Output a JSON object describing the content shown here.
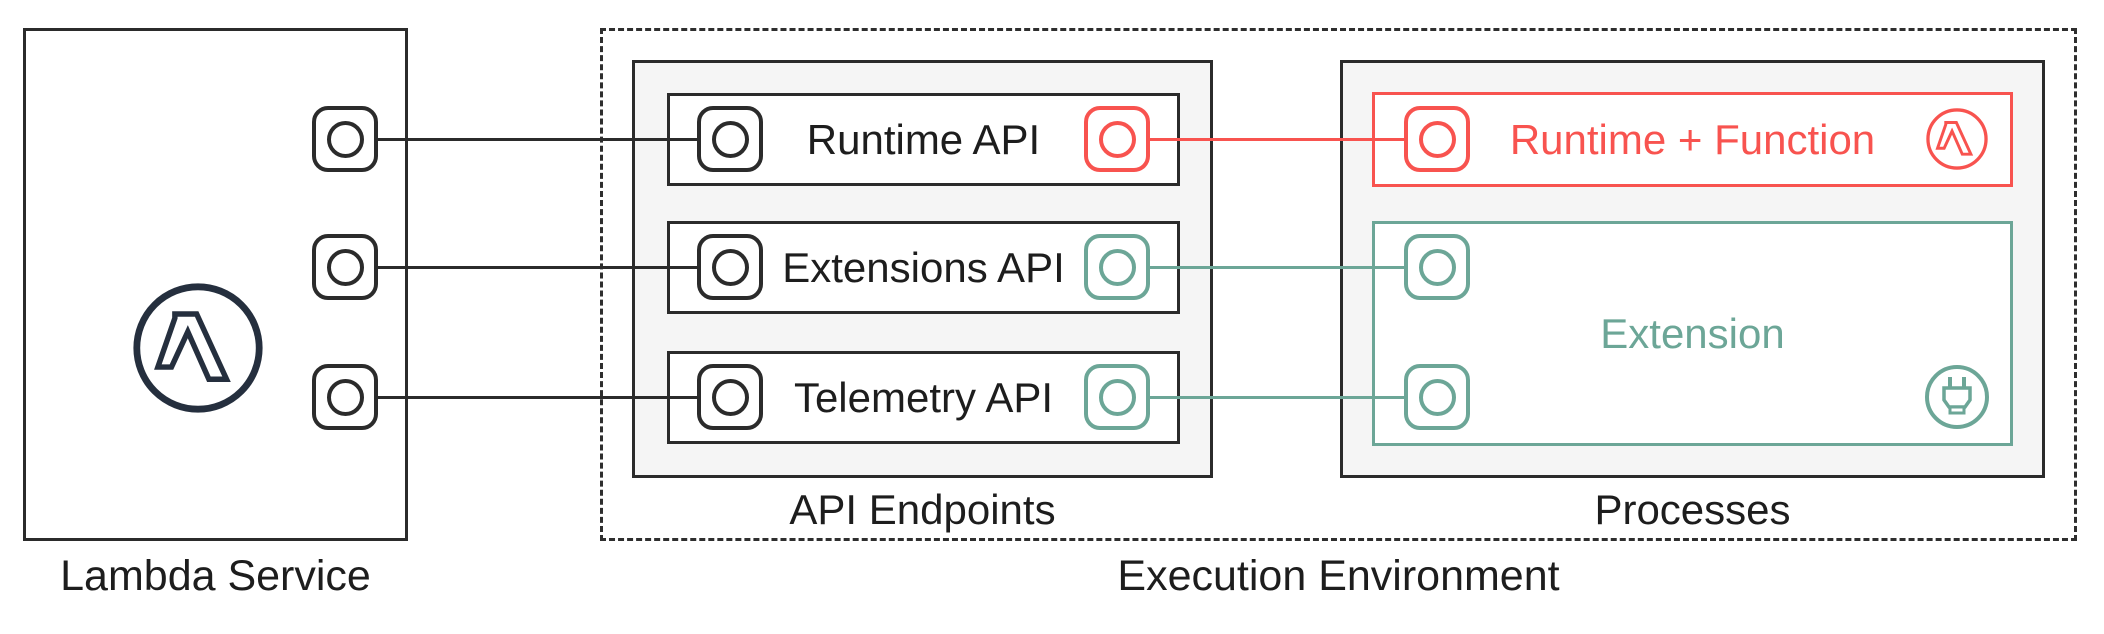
{
  "diagram": {
    "title_implied": "AWS Lambda Extensions architecture",
    "lambda_service": {
      "label": "Lambda Service",
      "icon": "aws-lambda-icon",
      "port_count": 3
    },
    "execution_environment": {
      "label": "Execution Environment",
      "api_endpoints": {
        "label": "API Endpoints",
        "rows": [
          {
            "label": "Runtime API",
            "left_port_color": "#2b2b2b",
            "right_port_color": "#f8534f"
          },
          {
            "label": "Extensions API",
            "left_port_color": "#2b2b2b",
            "right_port_color": "#6ca697"
          },
          {
            "label": "Telemetry API",
            "left_port_color": "#2b2b2b",
            "right_port_color": "#6ca697"
          }
        ]
      },
      "processes": {
        "label": "Processes",
        "runtime_function": {
          "label": "Runtime + Function",
          "icon": "lambda-red-icon",
          "color": "#f8534f"
        },
        "extension": {
          "label": "Extension",
          "icon": "plug-icon",
          "color": "#6ca697",
          "port_count": 2
        }
      }
    },
    "connections": [
      {
        "from": "lambda-service",
        "to": "runtime-api",
        "color": "#2b2b2b"
      },
      {
        "from": "lambda-service",
        "to": "extensions-api",
        "color": "#2b2b2b"
      },
      {
        "from": "lambda-service",
        "to": "telemetry-api",
        "color": "#2b2b2b"
      },
      {
        "from": "runtime-api",
        "to": "runtime-function",
        "color": "#f8534f"
      },
      {
        "from": "extensions-api",
        "to": "extension",
        "color": "#6ca697"
      },
      {
        "from": "telemetry-api",
        "to": "extension",
        "color": "#6ca697"
      }
    ],
    "colors": {
      "outline_black": "#2b2b2b",
      "accent_red": "#f8534f",
      "accent_teal": "#6ca697",
      "lambda_navy": "#252f3e",
      "container_fill": "#f5f5f5",
      "background": "#ffffff"
    }
  }
}
